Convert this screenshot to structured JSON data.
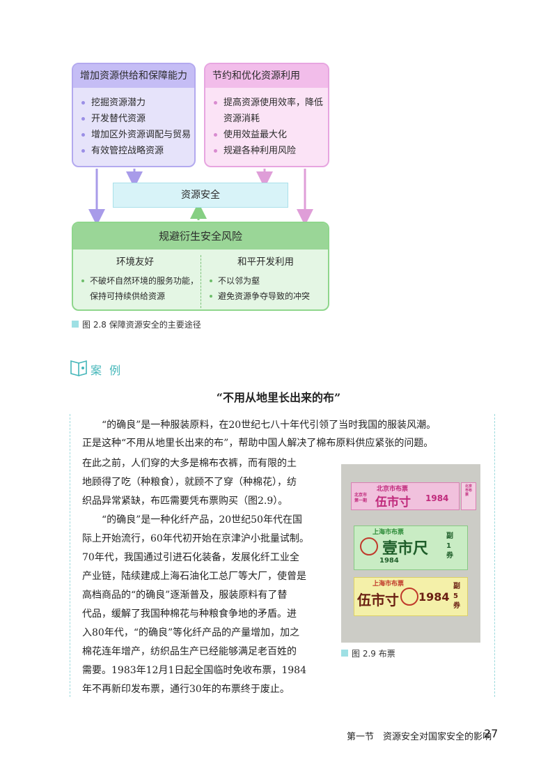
{
  "diagram": {
    "left_box": {
      "title": "增加资源供给和保障能力",
      "items": [
        "挖掘资源潜力",
        "开发替代资源",
        "增加区外资源调配与贸易",
        "有效管控战略资源"
      ]
    },
    "right_box": {
      "title": "节约和优化资源利用",
      "items": [
        "提高资源使用效率，降低",
        "资源消耗",
        "使用效益最大化",
        "规避各种利用风险"
      ]
    },
    "center": "资源安全",
    "bottom_box": {
      "title": "规避衍生安全风险",
      "left_title": "环境友好",
      "left_items": [
        "不破坏自然环境的服务功能，",
        "保持可持续供给资源"
      ],
      "right_title": "和平开发利用",
      "right_items": [
        "不以邻为壑",
        "避免资源争夺导致的冲突"
      ]
    },
    "caption": "图 2.8  保障资源安全的主要途径",
    "colors": {
      "purple": "#b3a9ef",
      "pink": "#e7a5e0",
      "green": "#8fd68c",
      "cyan": "#a9e0ea"
    }
  },
  "case": {
    "label": "案 例",
    "title": "“不用从地里长出来的布”",
    "lines": [
      "“的确良”是一种服装原料，在20世纪七八十年代引领了当时我国的服装风潮。",
      "正是这种“不用从地里长出来的布”，帮助中国人解决了棉布原料供应紧张的问题。",
      "在此之前，人们穿的大多是棉布衣裤，而有限的土",
      "地顾得了吃（种粮食），就顾不了穿（种棉花），纺",
      "织品异常紧缺，布匹需要凭布票购买（图2.9）。",
      "“的确良”是一种化纤产品，20世纪50年代在国",
      "际上开始流行，60年代初开始在京津沪小批量试制。",
      "70年代，我国通过引进石化装备，发展化纤工业全",
      "产业链，陆续建成上海石油化工总厂等大厂，使曾是",
      "高档商品的“的确良”逐渐普及，服装原料有了替",
      "代品，缓解了我国种棉花与种粮食争地的矛盾。进",
      "入80年代，“的确良”等化纤产品的产量增加，加之",
      "棉花连年增产，纺织品生产已经能够满足老百姓的",
      "需要。1983年12月1日起全国临时免收布票，1984",
      "年不再新印发布票，通行30年的布票终于废止。"
    ],
    "photo_caption": "图 2.9  布票",
    "tickets": {
      "t1_header": "北京市布票",
      "t1_small": "北京市 第一期",
      "t1_value": "伍市寸",
      "t1_year": "1984",
      "t1_side": "北京市布票",
      "t2_header": "上海市布票",
      "t2_value": "壹市尺",
      "t2_year": "1984",
      "t2_side": "副 1 券",
      "t3_header": "上海市布票",
      "t3_value": "伍市寸",
      "t3_year": "1984",
      "t3_side": "副 5 券"
    }
  },
  "footer": {
    "section": "第一节　资源安全对国家安全的影响",
    "page": "27"
  }
}
